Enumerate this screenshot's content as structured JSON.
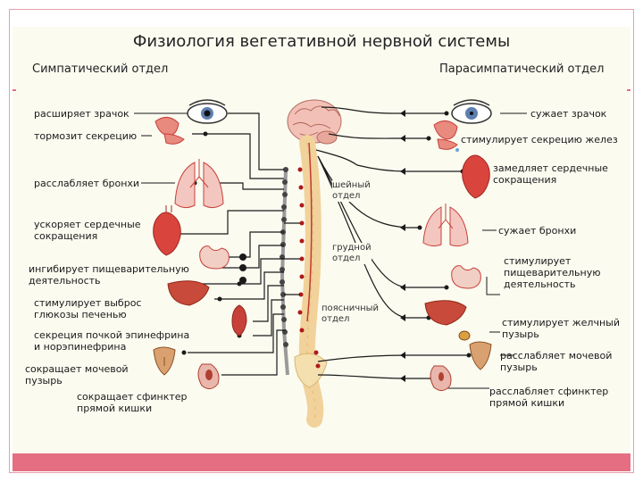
{
  "title": "Физиология вегетативной нервной системы",
  "sympathetic_heading": "Симпатический отдел",
  "parasympathetic_heading": "Парасимпатический отдел",
  "spine_labels": {
    "cervical": "шейный\nотдел",
    "thoracic": "грудной\nотдел",
    "lumbar": "поясничный\nотдел"
  },
  "sympathetic_effects": [
    "расширяет зрачок",
    "тормозит секрецию",
    "расслабляет бронхи",
    "ускоряет сердечные\nсокращения",
    "ингибирует пищеварительную\nдеятельность",
    "стимулирует выброс\nглюкозы печенью",
    "секреция почкой эпинефрина\nи норэпинефрина",
    "сокращает мочевой\nпузырь",
    "сокращает сфинктер\nпрямой кишки"
  ],
  "parasympathetic_effects": [
    "сужает зрачок",
    "стимулирует секрецию желез",
    "замедляет сердечные\nсокращения",
    "сужает бронхи",
    "стимулирует\nпищеварительную\nдеятельность",
    "стимулирует желчный\nпузырь",
    "расслабляет мочевой\nпузырь",
    "расслабляет сфинктер\nпрямой кишки"
  ],
  "colors": {
    "accent": "#e56e82",
    "panel": "#fbfbf0",
    "organ": "#e88a7e",
    "organ_dark": "#c8403a",
    "nerve": "#1a1a1a",
    "ganglion": "#b01818",
    "spine": "#f5d9a8",
    "brain": "#f2c0b6"
  }
}
